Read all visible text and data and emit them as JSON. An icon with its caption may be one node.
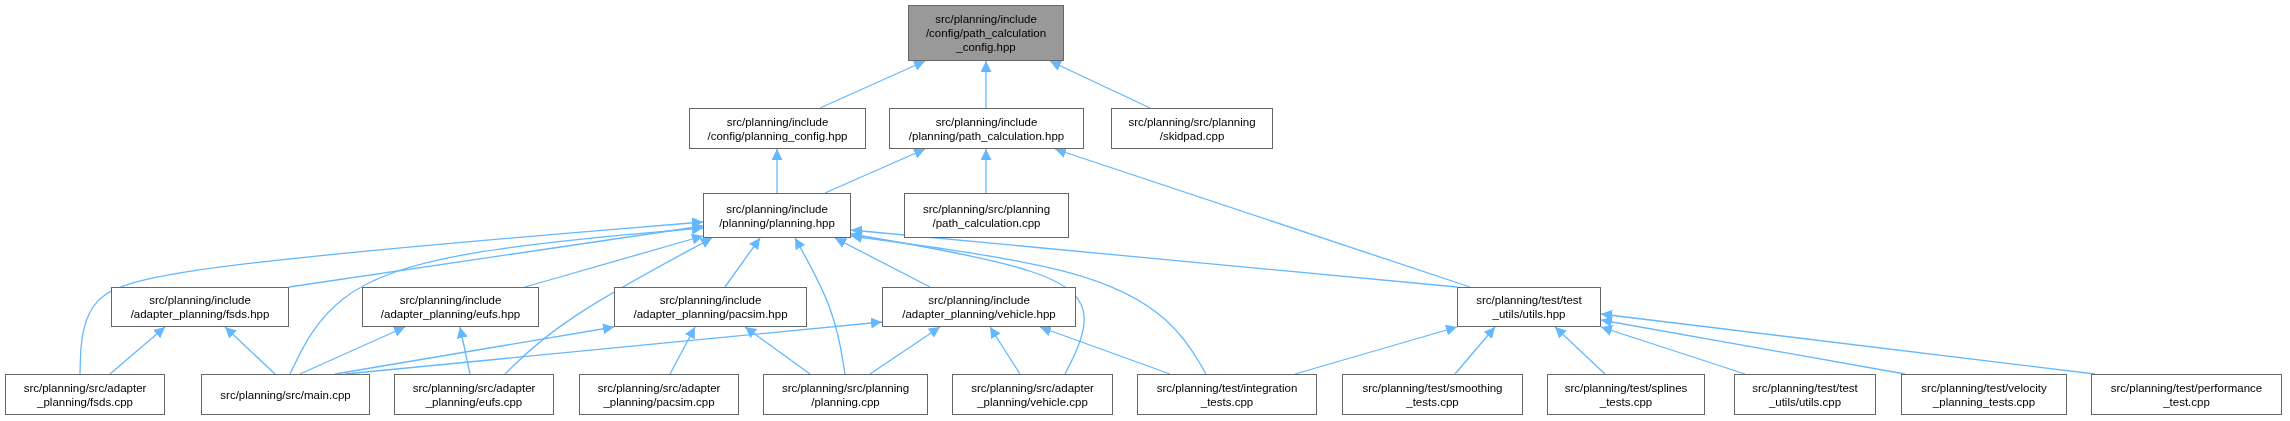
{
  "diagram": {
    "nodes": [
      {
        "text": [
          "src/planning/include /config/path_calculation _config.hpp"
        ]
      },
      {
        "text": [
          "src/planning/include /config/planning_config.hpp"
        ]
      },
      {
        "text": [
          "src/planning/include /planning/path_calculation.hpp"
        ]
      },
      {
        "text": [
          "src/planning/src/planning /skidpad.cpp"
        ]
      },
      {
        "text": [
          "src/planning/include /planning/planning.hpp"
        ]
      },
      {
        "text": [
          "src/planning/src/planning /path_calculation.cpp"
        ]
      },
      {
        "text": [
          "src/planning/include /adapter_planning/fsds.hpp"
        ]
      },
      {
        "text": [
          "src/planning/include /adapter_planning/eufs.hpp"
        ]
      },
      {
        "text": [
          "src/planning/include /adapter_planning/pacsim.hpp"
        ]
      },
      {
        "text": [
          "src/planning/include /adapter_planning/vehicle.hpp"
        ]
      },
      {
        "text": [
          "src/planning/test/test _utils/utils.hpp"
        ]
      },
      {
        "text": [
          "src/planning/src/adapter _planning/fsds.cpp"
        ]
      },
      {
        "text": [
          "src/planning/src/main.cpp"
        ]
      },
      {
        "text": [
          "src/planning/src/adapter _planning/eufs.cpp"
        ]
      },
      {
        "text": [
          "src/planning/src/adapter _planning/pacsim.cpp"
        ]
      },
      {
        "text": [
          "src/planning/src/planning /planning.cpp"
        ]
      },
      {
        "text": [
          "src/planning/src/adapter _planning/vehicle.cpp"
        ]
      },
      {
        "text": [
          "src/planning/test/integration _tests.cpp"
        ]
      },
      {
        "text": [
          "src/planning/test/smoothing _tests.cpp"
        ]
      },
      {
        "text": [
          "src/planning/test/splines _tests.cpp"
        ]
      },
      {
        "text": [
          "src/planning/test/test _utils/utils.cpp"
        ]
      },
      {
        "text": [
          "src/planning/test/velocity _planning_tests.cpp"
        ]
      },
      {
        "text": [
          "src/planning/test/performance _test.cpp"
        ]
      }
    ],
    "edges": [
      {
        "from": 1,
        "to": 0,
        "arrow": "to"
      },
      {
        "from": 2,
        "to": 0,
        "arrow": "to"
      },
      {
        "from": 3,
        "to": 0,
        "arrow": "to"
      },
      {
        "from": 4,
        "to": 1,
        "arrow": "to"
      },
      {
        "from": 4,
        "to": 2,
        "arrow": "to"
      },
      {
        "from": 5,
        "to": 2,
        "arrow": "to"
      },
      {
        "from": 10,
        "to": 2,
        "arrow": "to"
      },
      {
        "from": 11,
        "to": 4,
        "arrow": "to"
      },
      {
        "from": 6,
        "to": 4,
        "arrow": "to"
      },
      {
        "from": 12,
        "to": 4,
        "arrow": "to"
      },
      {
        "from": 7,
        "to": 4,
        "arrow": "to"
      },
      {
        "from": 13,
        "to": 4,
        "arrow": "to"
      },
      {
        "from": 8,
        "to": 4,
        "arrow": "to"
      },
      {
        "from": 15,
        "to": 4,
        "arrow": "to"
      },
      {
        "from": 9,
        "to": 4,
        "arrow": "to"
      },
      {
        "from": 16,
        "to": 4,
        "arrow": "to"
      },
      {
        "from": 17,
        "to": 4,
        "arrow": "to"
      },
      {
        "from": 10,
        "to": 4,
        "arrow": "to"
      },
      {
        "from": 12,
        "to": 6,
        "arrow": "to"
      },
      {
        "from": 11,
        "to": 6,
        "arrow": "to"
      },
      {
        "from": 12,
        "to": 7,
        "arrow": "to"
      },
      {
        "from": 13,
        "to": 7,
        "arrow": "to"
      },
      {
        "from": 12,
        "to": 8,
        "arrow": "to"
      },
      {
        "from": 14,
        "to": 8,
        "arrow": "to"
      },
      {
        "from": 15,
        "to": 8,
        "arrow": "to"
      },
      {
        "from": 12,
        "to": 9,
        "arrow": "to"
      },
      {
        "from": 15,
        "to": 9,
        "arrow": "to"
      },
      {
        "from": 16,
        "to": 9,
        "arrow": "to"
      },
      {
        "from": 17,
        "to": 9,
        "arrow": "to"
      },
      {
        "from": 17,
        "to": 10,
        "arrow": "to"
      },
      {
        "from": 18,
        "to": 10,
        "arrow": "to"
      },
      {
        "from": 19,
        "to": 10,
        "arrow": "to"
      },
      {
        "from": 20,
        "to": 10,
        "arrow": "to"
      },
      {
        "from": 21,
        "to": 10,
        "arrow": "to"
      },
      {
        "from": 22,
        "to": 10,
        "arrow": "to"
      }
    ]
  }
}
